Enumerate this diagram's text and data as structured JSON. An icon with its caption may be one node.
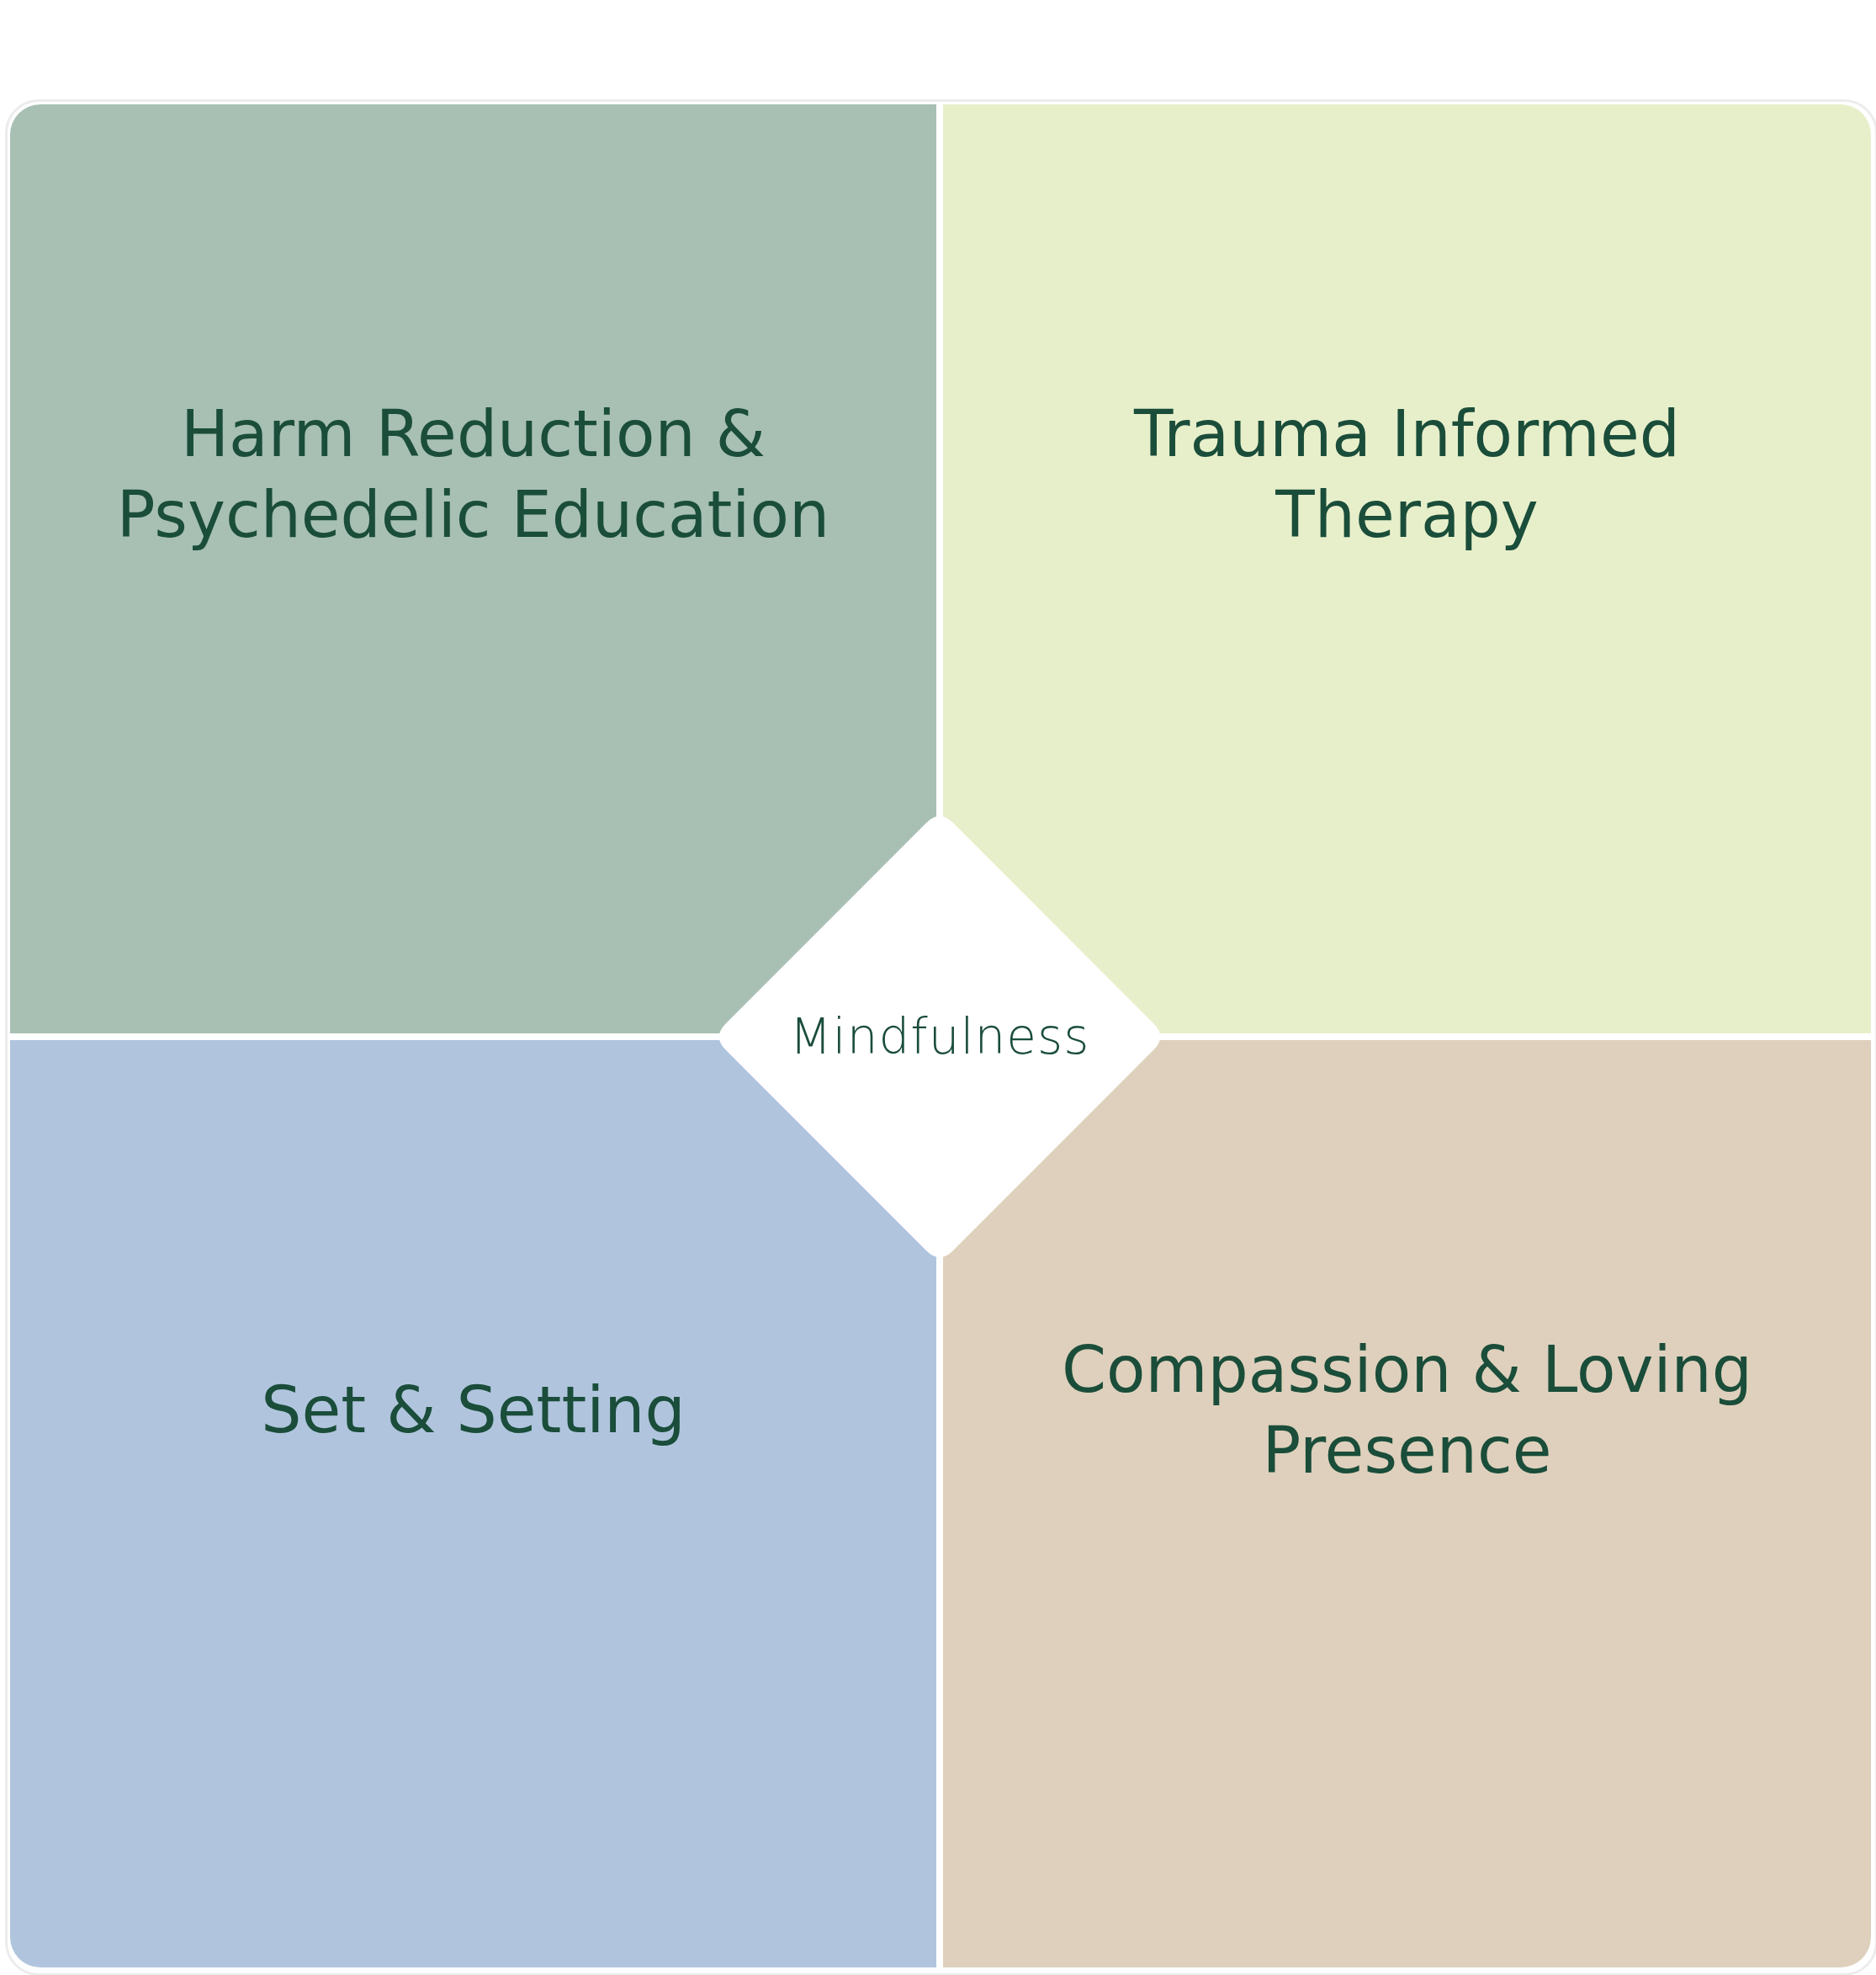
{
  "diagram": {
    "nodes": [
      {
        "text": [
          "Harm Reduction & Psychedelic Education"
        ]
      },
      {
        "text": [
          "Trauma Informed Therapy"
        ]
      },
      {
        "text": [
          "Set & Setting"
        ]
      },
      {
        "text": [
          "Compassion & Loving Presence"
        ]
      },
      {
        "text": [
          "Mindfulness"
        ]
      }
    ]
  }
}
